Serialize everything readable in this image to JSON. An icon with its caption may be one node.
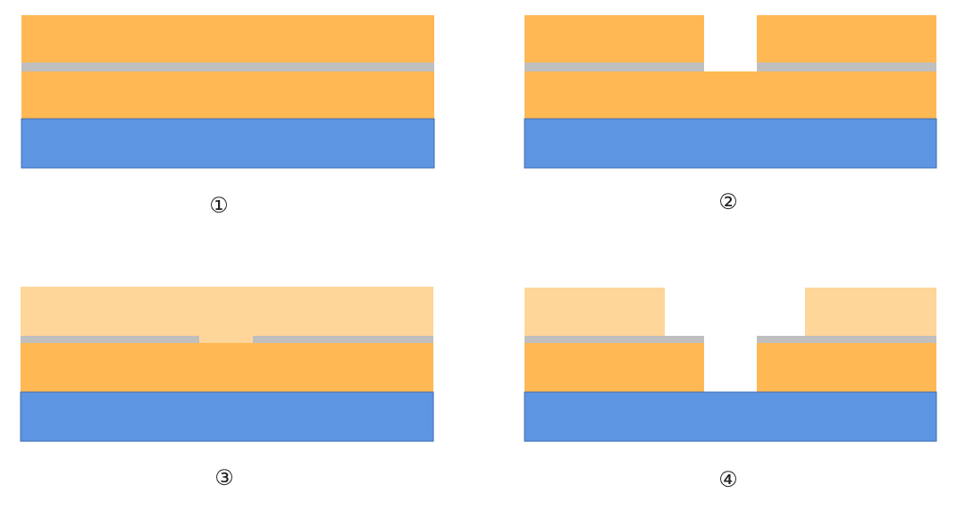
{
  "diagram": {
    "labels": [
      "①",
      "②",
      "③",
      "④"
    ]
  }
}
